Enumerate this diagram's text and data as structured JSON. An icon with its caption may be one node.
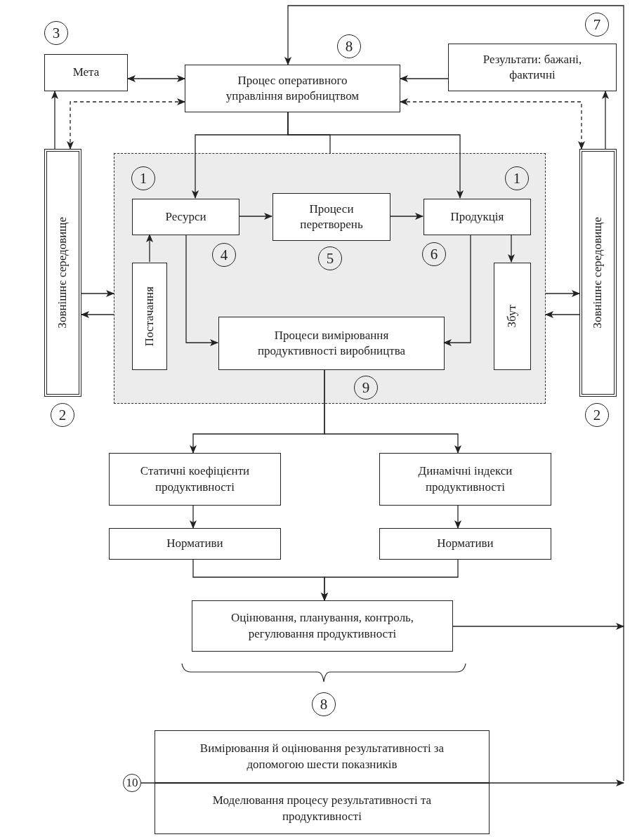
{
  "diagram": {
    "nodes": [
      {
        "text": [
          "Мета"
        ]
      },
      {
        "text": [
          "Процес оперативного управління виробництвом"
        ]
      },
      {
        "text": [
          "Результати: бажані, фактичні"
        ]
      },
      {
        "text": [
          "Зовнішнє середовище"
        ]
      },
      {
        "text": [],
        "shape": "box"
      },
      {
        "text": [
          "Ресурси"
        ],
        "in": 4
      },
      {
        "text": [
          "Процеси перетворень"
        ],
        "in": 4
      },
      {
        "text": [
          "Продукція"
        ],
        "in": 4
      },
      {
        "text": [
          "Постачання"
        ],
        "in": 4
      },
      {
        "text": [
          "Процеси вимірювання продуктивності виробництва"
        ],
        "in": 4
      },
      {
        "text": [
          "Збут"
        ],
        "in": 4
      },
      {
        "text": [
          "Зовнішнє середовище"
        ]
      },
      {
        "text": [
          "Статичні коефіцієнти продуктивності"
        ]
      },
      {
        "text": [
          "Динамічні індекси продуктивності"
        ]
      },
      {
        "text": [
          "Нормативи"
        ]
      },
      {
        "text": [
          "Нормативи"
        ]
      },
      {
        "text": [
          "Оцінювання, планування, контроль, регулювання продуктивності"
        ]
      },
      {
        "text": [
          "Вимірювання й оцінювання результативності за допомогою шести показників"
        ]
      },
      {
        "text": [
          "Моделювання процесу результативності та продуктивності"
        ]
      },
      {
        "text": [
          "10"
        ]
      }
    ],
    "edges": [
      {
        "from": 0,
        "to": 1,
        "arrow": "both"
      },
      {
        "from": 2,
        "to": 1,
        "arrow": "to"
      },
      {
        "from": 3,
        "to": 0,
        "arrow": "to"
      },
      {
        "from": 1,
        "to": 3,
        "arrow": "both",
        "style": "dashed"
      },
      {
        "from": 1,
        "to": 11,
        "arrow": "both",
        "style": "dashed"
      },
      {
        "from": 11,
        "to": 2,
        "arrow": "to"
      },
      {
        "from": 1,
        "to": 5,
        "arrow": "to"
      },
      {
        "from": 1,
        "to": 7,
        "arrow": "to"
      },
      {
        "from": 1,
        "to": 4,
        "arrow": "none"
      },
      {
        "from": 5,
        "to": 6,
        "arrow": "to"
      },
      {
        "from": 6,
        "to": 7,
        "arrow": "to"
      },
      {
        "from": 8,
        "to": 5,
        "arrow": "to"
      },
      {
        "from": 7,
        "to": 10,
        "arrow": "to"
      },
      {
        "from": 5,
        "to": 9,
        "arrow": "to"
      },
      {
        "from": 7,
        "to": 9,
        "arrow": "to"
      },
      {
        "from": 3,
        "to": 4,
        "arrow": "to"
      },
      {
        "from": 4,
        "to": 3,
        "arrow": "to"
      },
      {
        "from": 4,
        "to": 11,
        "arrow": "to"
      },
      {
        "from": 11,
        "to": 4,
        "arrow": "to"
      },
      {
        "from": 9,
        "to": 12,
        "arrow": "to"
      },
      {
        "from": 9,
        "to": 13,
        "arrow": "to"
      },
      {
        "from": 12,
        "to": 14,
        "arrow": "to"
      },
      {
        "from": 13,
        "to": 15,
        "arrow": "to"
      },
      {
        "from": 14,
        "to": 16,
        "arrow": "to"
      },
      {
        "from": 15,
        "to": 16,
        "arrow": "to"
      },
      {
        "from": 16,
        "to": null,
        "arrow": "to"
      },
      {
        "from": 19,
        "to": null,
        "arrow": "to"
      },
      {
        "from": null,
        "to": 1,
        "arrow": "to"
      }
    ],
    "labels": [
      "3",
      "8",
      "7",
      "1",
      "1",
      "4",
      "5",
      "6",
      "9",
      "2",
      "2",
      "8"
    ]
  }
}
